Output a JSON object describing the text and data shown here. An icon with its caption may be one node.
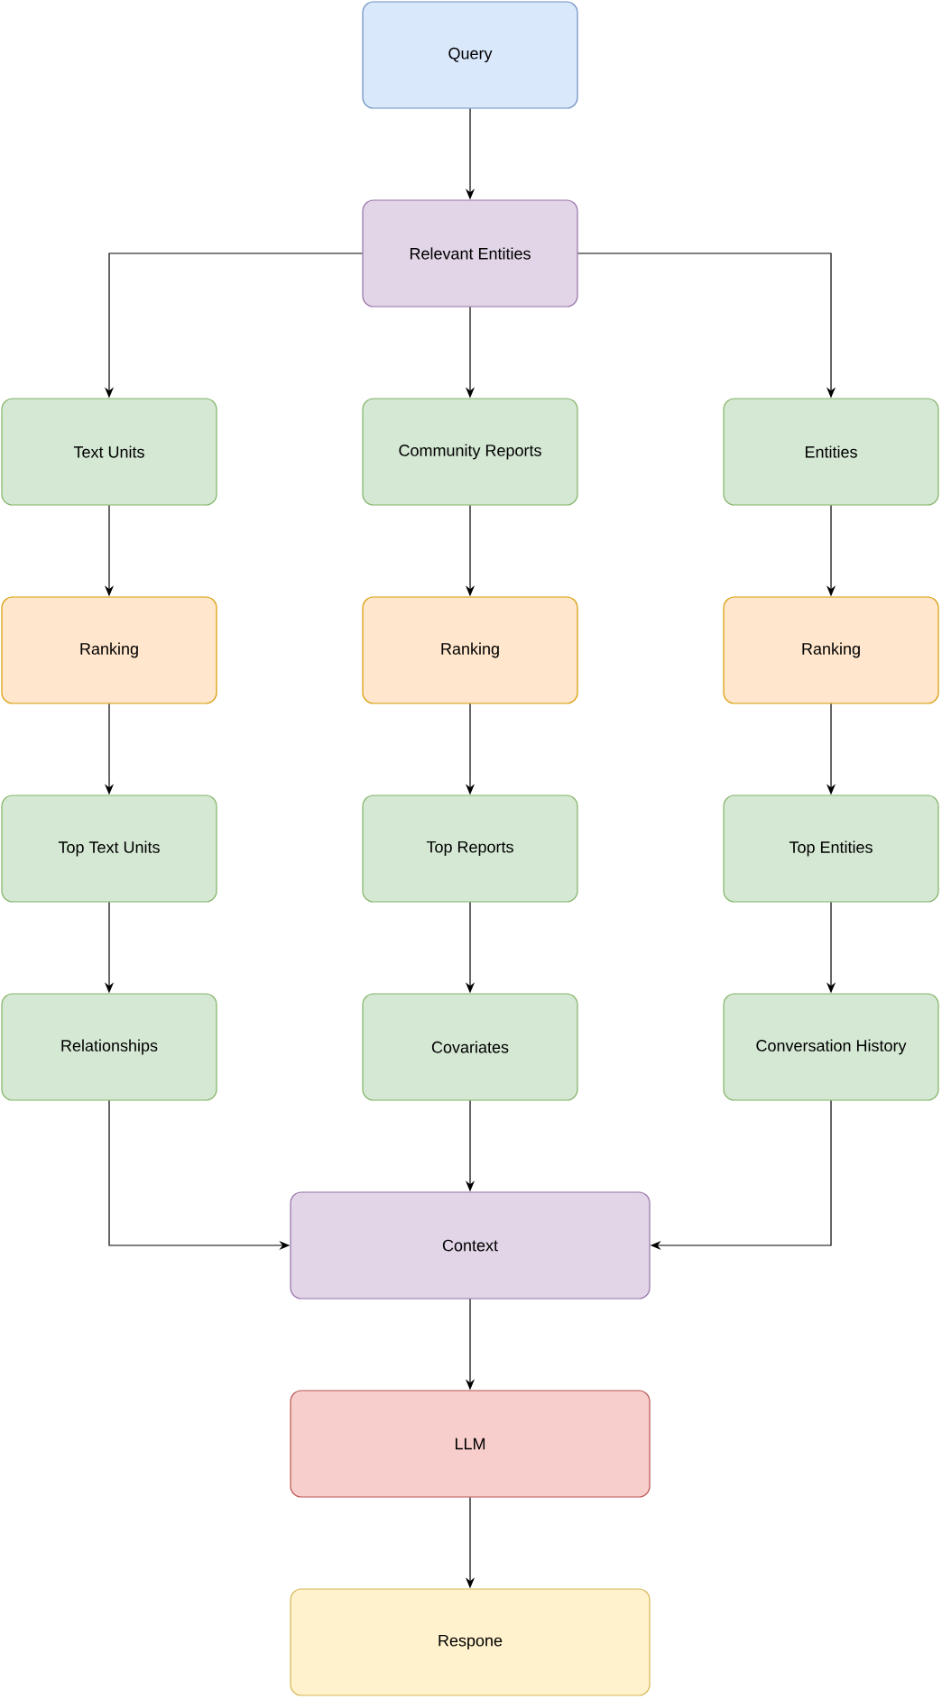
{
  "diagram": {
    "nodes": [
      {
        "text": [
          "Query"
        ]
      },
      {
        "text": [
          "Relevant Entities"
        ]
      },
      {
        "text": [
          "Text Units"
        ]
      },
      {
        "text": [
          "Community Reports"
        ]
      },
      {
        "text": [
          "Entities"
        ]
      },
      {
        "text": [
          "Ranking"
        ]
      },
      {
        "text": [
          "Ranking"
        ]
      },
      {
        "text": [
          "Ranking"
        ]
      },
      {
        "text": [
          "Top Text Units"
        ]
      },
      {
        "text": [
          "Top Reports"
        ]
      },
      {
        "text": [
          "Top Entities"
        ]
      },
      {
        "text": [
          "Relationships"
        ]
      },
      {
        "text": [
          "Covariates"
        ]
      },
      {
        "text": [
          "Conversation History"
        ]
      },
      {
        "text": [
          "Context"
        ]
      },
      {
        "text": [
          "LLM"
        ]
      },
      {
        "text": [
          "Respone"
        ]
      }
    ],
    "edges": [
      {
        "from": 0,
        "to": 1,
        "arrow": "to"
      },
      {
        "from": 1,
        "to": 2,
        "arrow": "to"
      },
      {
        "from": 1,
        "to": 3,
        "arrow": "to"
      },
      {
        "from": 1,
        "to": 4,
        "arrow": "to"
      },
      {
        "from": 2,
        "to": 5,
        "arrow": "to"
      },
      {
        "from": 3,
        "to": 6,
        "arrow": "to"
      },
      {
        "from": 4,
        "to": 7,
        "arrow": "to"
      },
      {
        "from": 5,
        "to": 8,
        "arrow": "to"
      },
      {
        "from": 6,
        "to": 9,
        "arrow": "to"
      },
      {
        "from": 7,
        "to": 10,
        "arrow": "to"
      },
      {
        "from": 8,
        "to": 11,
        "arrow": "to"
      },
      {
        "from": 9,
        "to": 12,
        "arrow": "to"
      },
      {
        "from": 10,
        "to": 13,
        "arrow": "to"
      },
      {
        "from": 11,
        "to": 14,
        "arrow": "to"
      },
      {
        "from": 12,
        "to": 14,
        "arrow": "to"
      },
      {
        "from": 13,
        "to": 14,
        "arrow": "to"
      },
      {
        "from": 14,
        "to": 15,
        "arrow": "to"
      },
      {
        "from": 15,
        "to": 16,
        "arrow": "to"
      }
    ]
  }
}
